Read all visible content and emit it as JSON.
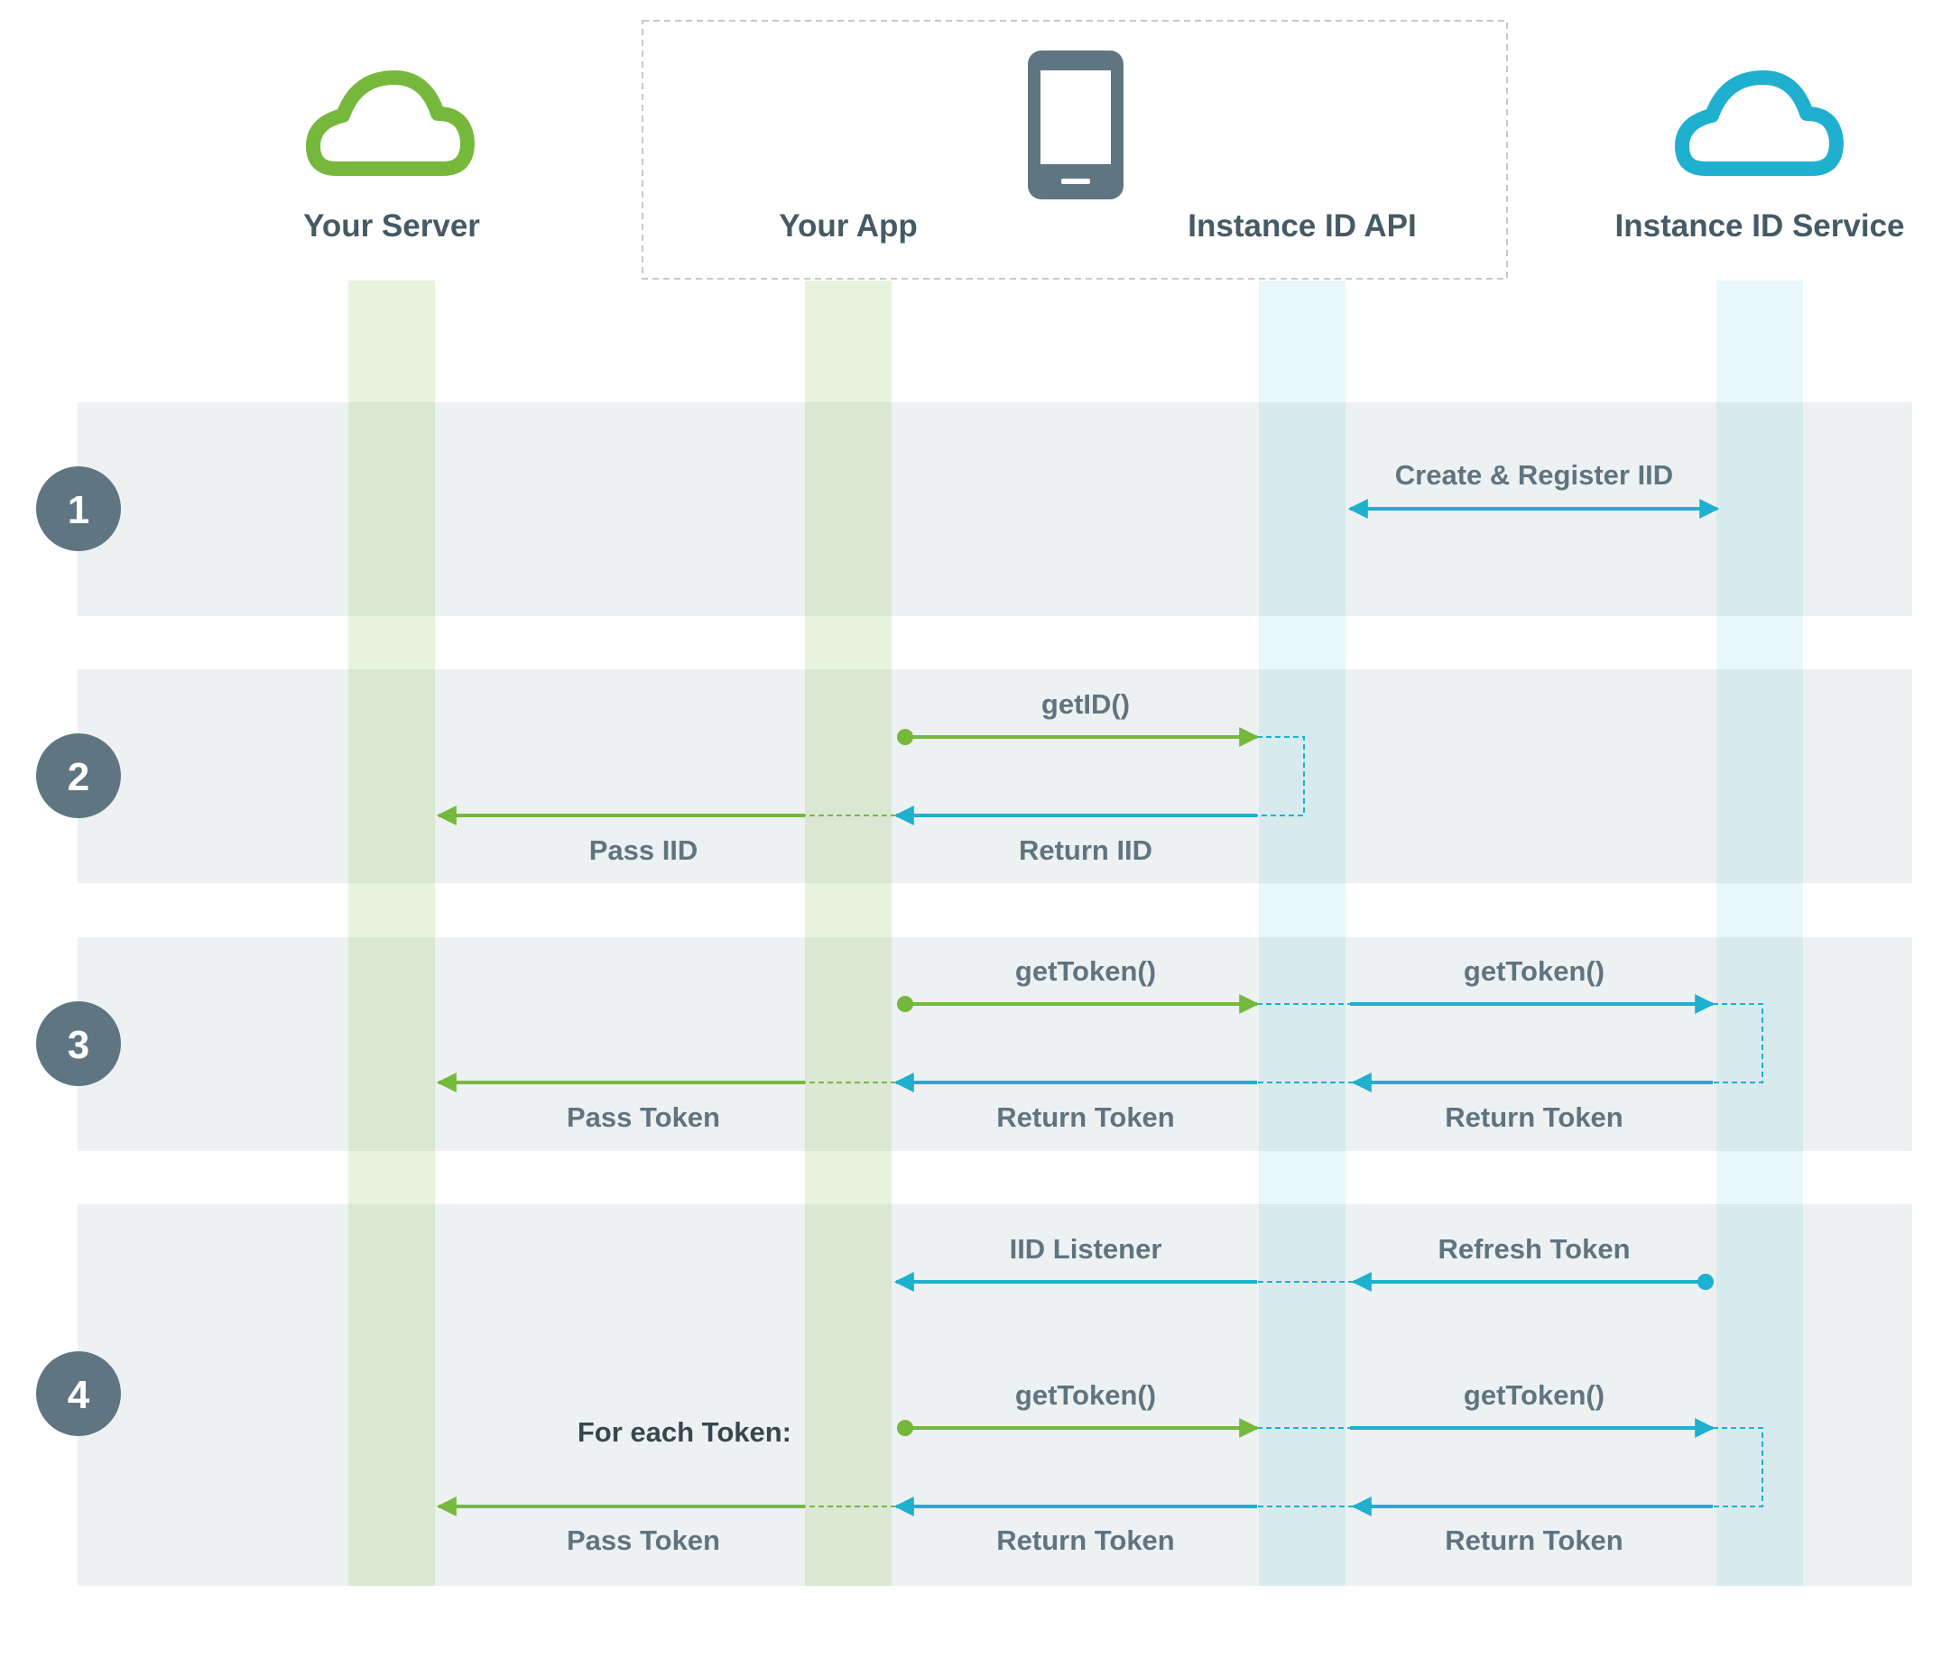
{
  "colors": {
    "green": "#76b83c",
    "blue": "#1fb0cf",
    "band": "#edf1f2",
    "lane_green": "#e6f3d8",
    "lane_blue": "#e6f5fa",
    "step_circle": "#5f7682",
    "text": "#455a64",
    "phone": "#5f7682",
    "dashed_box": "#c4c9cc"
  },
  "participants": {
    "server": {
      "label": "Your Server",
      "icon": "cloud-icon"
    },
    "app": {
      "label": "Your App",
      "icon": "phone-icon"
    },
    "api": {
      "label": "Instance ID API",
      "icon": "phone-icon"
    },
    "service": {
      "label": "Instance ID Service",
      "icon": "cloud-icon"
    }
  },
  "steps": [
    {
      "number": "1",
      "messages": {
        "create_register": "Create & Register IID"
      }
    },
    {
      "number": "2",
      "messages": {
        "get_id": "getID()",
        "return_iid": "Return IID",
        "pass_iid": "Pass IID"
      }
    },
    {
      "number": "3",
      "messages": {
        "get_token_app": "getToken()",
        "get_token_service": "getToken()",
        "return_token_service": "Return Token",
        "return_token_app": "Return Token",
        "pass_token": "Pass Token"
      }
    },
    {
      "number": "4",
      "note": "For each Token:",
      "messages": {
        "refresh_token": "Refresh Token",
        "iid_listener": "IID Listener",
        "get_token_app": "getToken()",
        "get_token_service": "getToken()",
        "return_token_service": "Return Token",
        "return_token_app": "Return Token",
        "pass_token": "Pass Token"
      }
    }
  ]
}
